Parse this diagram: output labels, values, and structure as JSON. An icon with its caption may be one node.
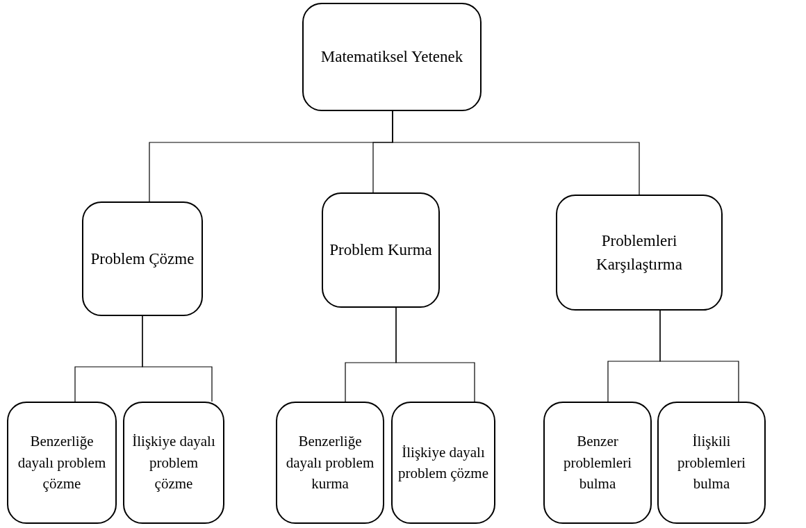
{
  "diagram": {
    "nodes": [
      {
        "text": [
          "Matematiksel Yetenek"
        ]
      },
      {
        "text": [
          "Problem Çözme"
        ]
      },
      {
        "text": [
          "Problem Kurma"
        ]
      },
      {
        "text": [
          "Problemleri Karşılaştırma"
        ]
      },
      {
        "text": [
          "Benzerliğe dayalı problem çözme"
        ]
      },
      {
        "text": [
          "İlişkiye dayalı problem çözme"
        ]
      },
      {
        "text": [
          "Benzerliğe dayalı problem kurma"
        ]
      },
      {
        "text": [
          "İlişkiye dayalı problem çözme"
        ]
      },
      {
        "text": [
          "Benzer problemleri bulma"
        ]
      },
      {
        "text": [
          "İlişkili problemleri bulma"
        ]
      }
    ],
    "edges": [
      {
        "from": 0,
        "to": 1,
        "arrow": "none"
      },
      {
        "from": 0,
        "to": 2,
        "arrow": "none"
      },
      {
        "from": 0,
        "to": 3,
        "arrow": "none"
      },
      {
        "from": 1,
        "to": 4,
        "arrow": "none"
      },
      {
        "from": 1,
        "to": 5,
        "arrow": "none"
      },
      {
        "from": 2,
        "to": 6,
        "arrow": "none"
      },
      {
        "from": 2,
        "to": 7,
        "arrow": "none"
      },
      {
        "from": 3,
        "to": 8,
        "arrow": "none"
      },
      {
        "from": 3,
        "to": 9,
        "arrow": "none"
      }
    ]
  }
}
